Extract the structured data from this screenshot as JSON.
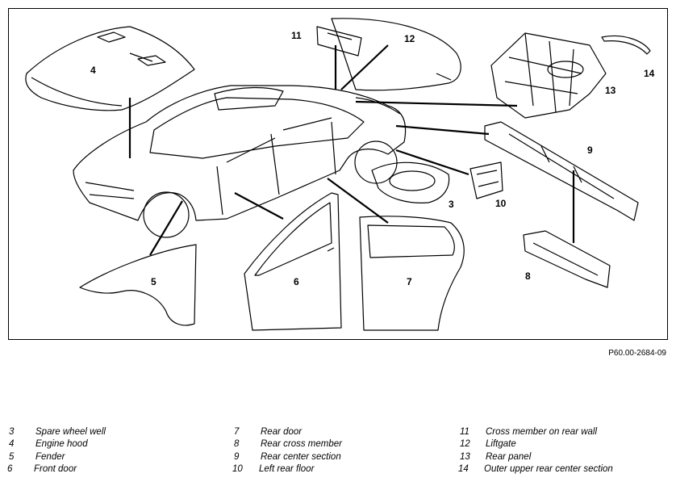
{
  "figure_id": "P60.00-2684-09",
  "callouts": {
    "c3": "3",
    "c4": "4",
    "c5": "5",
    "c6": "6",
    "c7": "7",
    "c8": "8",
    "c9": "9",
    "c10": "10",
    "c11": "11",
    "c12": "12",
    "c13": "13",
    "c14": "14"
  },
  "legend": {
    "col1": [
      {
        "num": "3",
        "label": "Spare wheel well"
      },
      {
        "num": "4",
        "label": "Engine hood"
      },
      {
        "num": "5",
        "label": "Fender"
      },
      {
        "num": "6",
        "label": "Front door"
      }
    ],
    "col2": [
      {
        "num": "7",
        "label": "Rear door"
      },
      {
        "num": "8",
        "label": "Rear cross member"
      },
      {
        "num": "9",
        "label": "Rear center section"
      },
      {
        "num": "10",
        "label": "Left rear floor"
      }
    ],
    "col3": [
      {
        "num": "11",
        "label": "Cross member on rear wall"
      },
      {
        "num": "12",
        "label": "Liftgate"
      },
      {
        "num": "13",
        "label": "Rear panel"
      },
      {
        "num": "14",
        "label": "Outer upper rear center section"
      }
    ]
  }
}
